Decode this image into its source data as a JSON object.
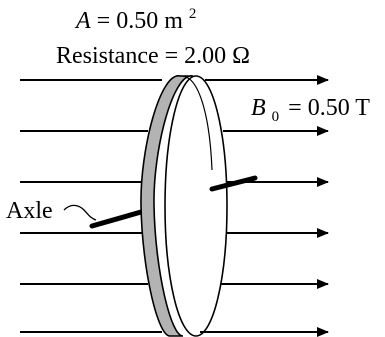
{
  "labels": {
    "area_symbol": "A",
    "area_value": "= 0.50 m",
    "area_exponent": "2",
    "resistance": "Resistance = 2.00 Ω",
    "field_symbol": "B",
    "field_subscript": "0",
    "field_value": "= 0.50 T",
    "axle": "Axle"
  },
  "colors": {
    "line": "#000000",
    "ring_shade": "#b3b3b3",
    "background": "#ffffff"
  }
}
